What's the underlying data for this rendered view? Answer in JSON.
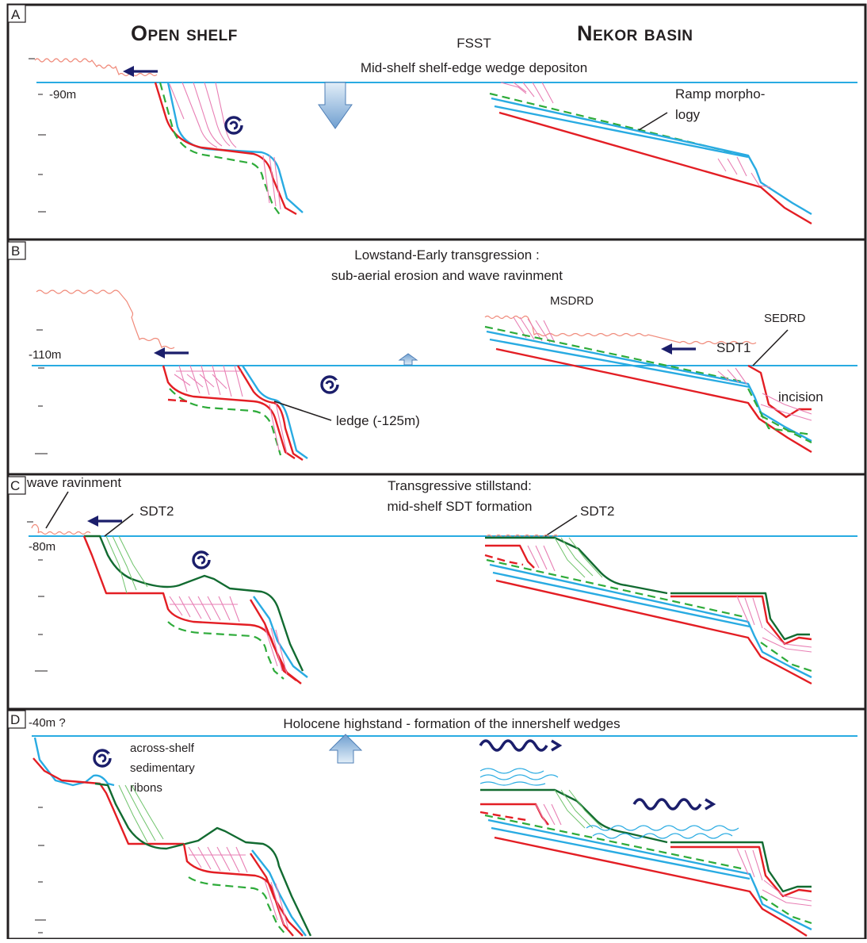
{
  "headers": {
    "open_shelf": "Open shelf",
    "nekor_basin": "Nekor basin"
  },
  "panels": {
    "A": {
      "letter": "A",
      "title1": "FSST",
      "title2": "Mid-shelf shelf-edge wedge depositon",
      "depth": "-90m",
      "ramp1": "Ramp morpho-",
      "ramp2": "logy"
    },
    "B": {
      "letter": "B",
      "title1": "Lowstand-Early transgression :",
      "title2": "sub-aerial erosion and wave ravinment",
      "depth": "-110m",
      "ledge": "ledge (-125m)",
      "msdrd": "MSDRD",
      "sedrd": "SEDRD",
      "sdt1": "SDT1",
      "incision": "incision"
    },
    "C": {
      "letter": "C",
      "title1": "Transgressive stillstand:",
      "title2": "mid-shelf SDT formation",
      "depth": "-80m",
      "wave_ravinment": "wave ravinment",
      "sdt2_left": "SDT2",
      "sdt2_right": "SDT2"
    },
    "D": {
      "letter": "D",
      "title1": "Holocene highstand - formation of the  innershelf wedges",
      "depth": "-40m ?",
      "ribbons1": "across-shelf",
      "ribbons2": "sedimentary",
      "ribbons3": "ribons"
    }
  },
  "colors": {
    "sea_level": "#29abe2",
    "erosion_surface": "#e31e24",
    "dashed_surface": "#2eab3a",
    "highstand_surface": "#126b31",
    "pink_clinoforms": "#e87fb4",
    "arrow": "#1b1e6b"
  },
  "icons": [
    "spiral-current-icon",
    "left-arrow-icon",
    "up-arrow-icon",
    "down-arrow-icon",
    "wave-arrow-icon"
  ]
}
